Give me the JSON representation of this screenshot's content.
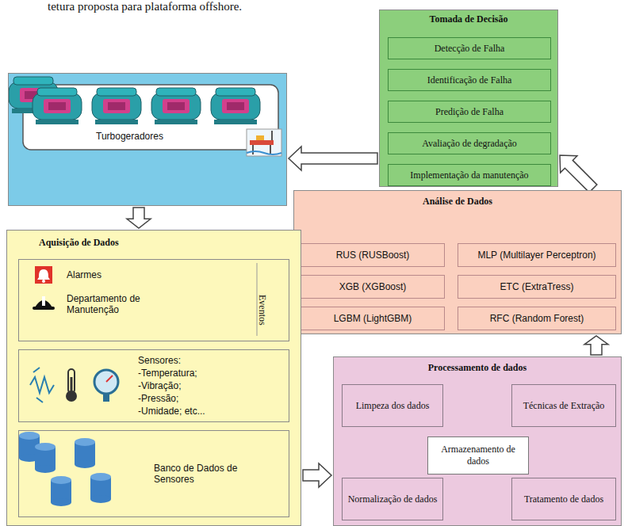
{
  "diagram": {
    "nodes": [
      {
        "text": [
          "Tomada de Decisão"
        ]
      },
      {
        "text": [
          "Detecção de Falha"
        ],
        "in": 0
      },
      {
        "text": [
          "Identificação de Falha"
        ],
        "in": 0
      },
      {
        "text": [
          "Predição de Falha"
        ],
        "in": 0
      },
      {
        "text": [
          "Avaliação de degradação"
        ],
        "in": 0
      },
      {
        "text": [
          "Implementação da manutenção"
        ],
        "in": 0
      },
      {
        "text": [
          "Turbogeradores"
        ]
      },
      {
        "text": [
          "Análise de Dados"
        ]
      },
      {
        "text": [
          "RUS (RUSBoost)"
        ],
        "in": 7
      },
      {
        "text": [
          "MLP (Multilayer Perceptron)"
        ],
        "in": 7
      },
      {
        "text": [
          "XGB (XGBoost)"
        ],
        "in": 7
      },
      {
        "text": [
          "ETC (ExtraTress)"
        ],
        "in": 7
      },
      {
        "text": [
          "LGBM (LightGBM)"
        ],
        "in": 7
      },
      {
        "text": [
          "RFC (Random Forest)"
        ],
        "in": 7
      },
      {
        "text": [
          "Aquisição de Dados"
        ]
      },
      {
        "text": [
          "Alarmes",
          "Departamento de Manutenção",
          "Eventos"
        ],
        "in": 14
      },
      {
        "text": [
          "Sensores:",
          "-Temperatura;",
          "-Vibração;",
          "-Pressão;",
          "-Umidade; etc..."
        ],
        "in": 14
      },
      {
        "text": [
          "Banco de Dados de Sensores"
        ],
        "in": 14
      },
      {
        "text": [
          "Processamento de dados"
        ]
      },
      {
        "text": [
          "Limpeza dos dados"
        ],
        "in": 18
      },
      {
        "text": [
          "Técnicas de Extração"
        ],
        "in": 18
      },
      {
        "text": [
          "Armazenamento de dados"
        ],
        "in": 18
      },
      {
        "text": [
          "Normalização de dados"
        ],
        "in": 18
      },
      {
        "text": [
          "Tratamento de dados"
        ],
        "in": 18
      }
    ],
    "edges": [
      {
        "from": 0,
        "to": 6,
        "arrow": "to"
      },
      {
        "from": 6,
        "to": 14,
        "arrow": "to"
      },
      {
        "from": 14,
        "to": 18,
        "arrow": "to"
      },
      {
        "from": 18,
        "to": 7,
        "arrow": "to"
      },
      {
        "from": 7,
        "to": 0,
        "arrow": "to"
      }
    ],
    "labels": [
      "tetura proposta para plataforma offshore."
    ]
  }
}
